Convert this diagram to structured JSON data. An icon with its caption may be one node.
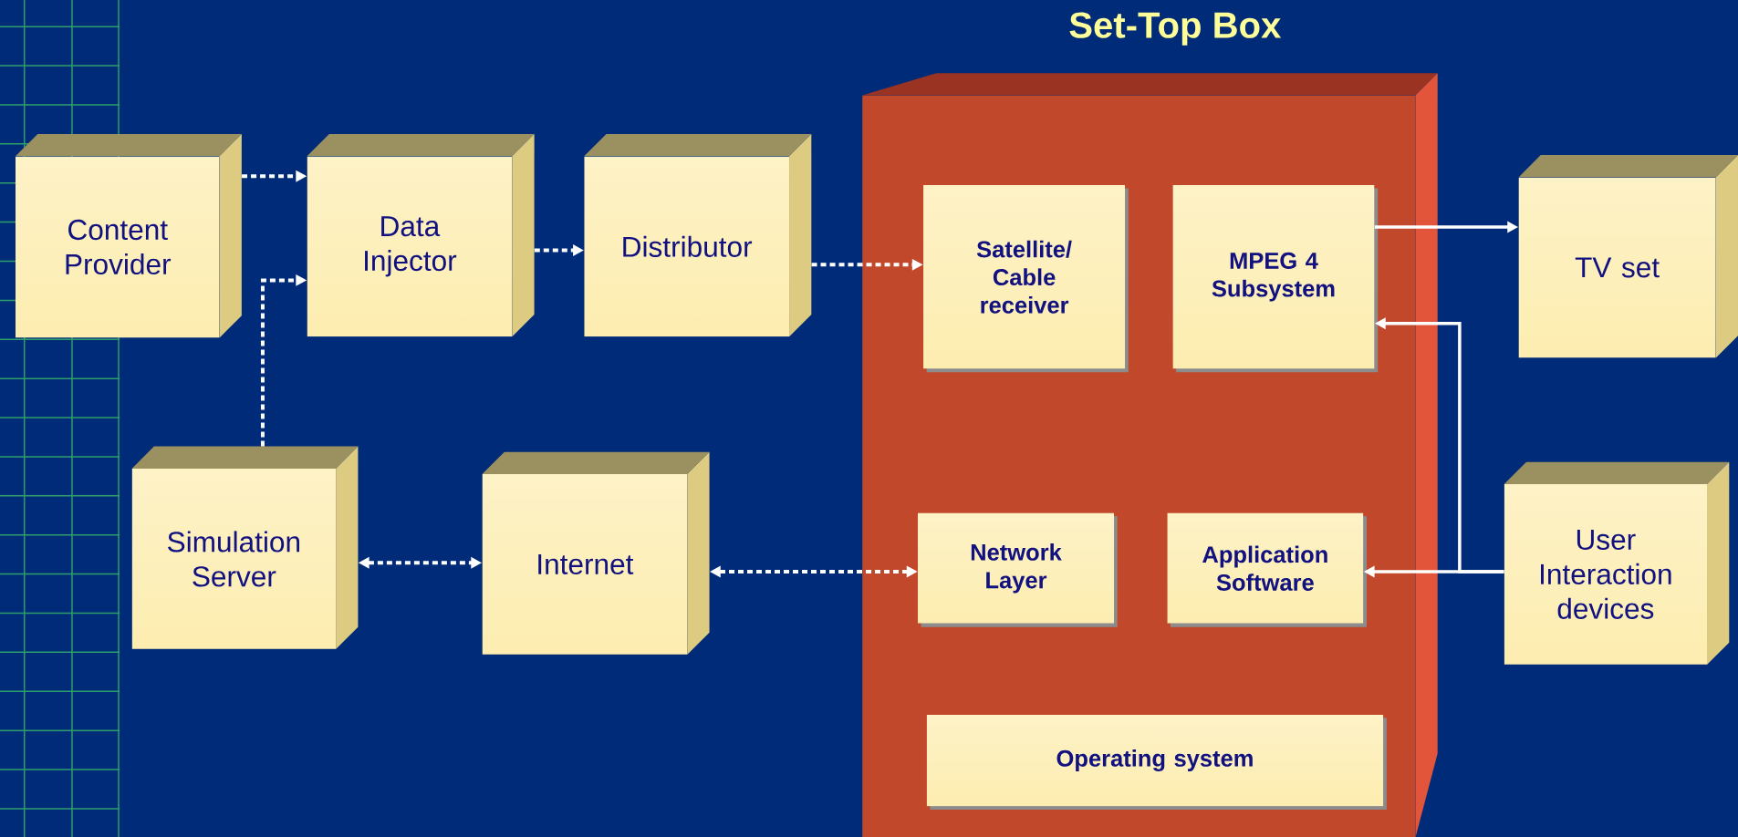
{
  "diagram": {
    "nodes": [
      {
        "text": [
          "Set-Top Box"
        ]
      },
      {
        "text": [
          "Content Provider"
        ]
      },
      {
        "text": [
          "Data Injector"
        ]
      },
      {
        "text": [
          "Distributor"
        ]
      },
      {
        "text": [
          "Satellite/ Cable receiver"
        ],
        "in": 0
      },
      {
        "text": [
          "MPEG 4 Subsystem"
        ],
        "in": 0
      },
      {
        "text": [
          "TV set"
        ]
      },
      {
        "text": [
          "Simulation Server"
        ]
      },
      {
        "text": [
          "Internet"
        ]
      },
      {
        "text": [
          "Network Layer"
        ],
        "in": 0
      },
      {
        "text": [
          "Application Software"
        ],
        "in": 0
      },
      {
        "text": [
          "User Interaction devices"
        ]
      },
      {
        "text": [
          "Operating system"
        ],
        "in": 0
      }
    ],
    "edges": [
      {
        "from": 1,
        "to": 2,
        "arrow": "to",
        "style": "dashed"
      },
      {
        "from": 7,
        "to": 2,
        "arrow": "to",
        "style": "dashed"
      },
      {
        "from": 2,
        "to": 3,
        "arrow": "to",
        "style": "dashed"
      },
      {
        "from": 3,
        "to": 4,
        "arrow": "to",
        "style": "dashed"
      },
      {
        "from": 7,
        "to": 8,
        "arrow": "both",
        "style": "dashed"
      },
      {
        "from": 8,
        "to": 9,
        "arrow": "both",
        "style": "dashed"
      },
      {
        "from": 5,
        "to": 6,
        "arrow": "to"
      },
      {
        "from": 11,
        "to": 5,
        "arrow": "to"
      },
      {
        "from": 11,
        "to": 10,
        "arrow": "to"
      }
    ]
  }
}
